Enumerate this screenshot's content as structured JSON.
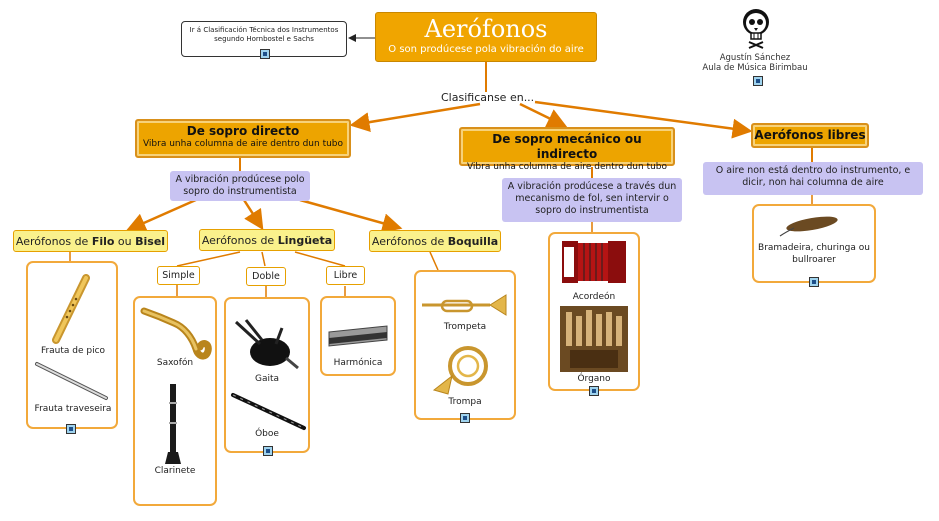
{
  "main": {
    "title": "Aerófonos",
    "subtitle": "O son prodúcese pola vibración do aire"
  },
  "note": {
    "text": "Ir á Clasificación Técnica dos Instrumentos segundo Hornbostel e Sachs",
    "icon": "document-link-icon"
  },
  "author": {
    "name": "Agustín Sánchez",
    "class": "Aula de Música Birimbau",
    "icon": "skull-logo"
  },
  "connector_label": "Clasificanse en...",
  "categories": {
    "direct": {
      "title": "De sopro directo",
      "subtitle": "Vibra unha columna de aire dentro dun tubo",
      "description": "A vibración prodúcese polo sopro do instrumentista"
    },
    "mechanical": {
      "title": "De sopro mecánico ou indirecto",
      "subtitle": "Vibra unha columna de aire dentro dun tubo",
      "description": "A vibración prodúcese a través dun mecanismo de fol, sen intervir o sopro do instrumentista"
    },
    "free": {
      "title": "Aerófonos libres",
      "description": "O aire non está dentro do instrumento, e dicir, non hai columna de aire"
    }
  },
  "subgroups": {
    "bisel": {
      "prefix": "Aerófonos de ",
      "a": "Filo",
      "mid": " ou ",
      "b": "Bisel"
    },
    "lingueta": {
      "prefix": "Aerófonos de ",
      "a": "Lingüeta"
    },
    "boquilla": {
      "prefix": "Aerófonos de ",
      "a": "Boquilla"
    }
  },
  "reed_types": [
    "Simple",
    "Doble",
    "Libre"
  ],
  "instruments": {
    "flute_pico": "Frauta de pico",
    "flute_traveseira": "Frauta traveseira",
    "saxofon": "Saxofón",
    "clarinete": "Clarinete",
    "gaita": "Gaita",
    "oboe": "Óboe",
    "harmonica": "Harmónica",
    "trompeta": "Trompeta",
    "trompa": "Trompa",
    "acordeon": "Acordeón",
    "organo": "Órgano",
    "bramadeira": "Bramadeira, churinga ou bullroarer"
  },
  "colors": {
    "orange": "#eda400",
    "yellow": "#faf18c",
    "purple": "#c8c3f2",
    "frame": "#f2a93b",
    "link": "#e07b00"
  }
}
